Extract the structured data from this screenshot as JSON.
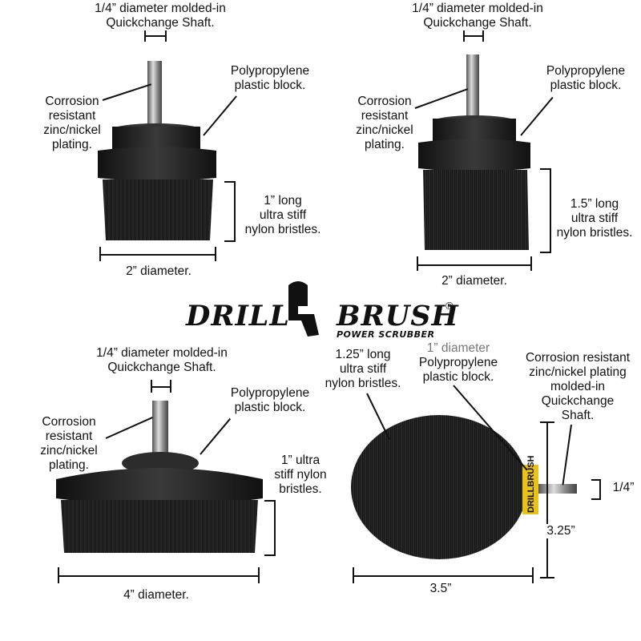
{
  "logo": {
    "part1": "DRILL",
    "part2": "BRUSH",
    "registered": "®",
    "tagline": "POWER SCRUBBER"
  },
  "brush_1": {
    "shaft_label": [
      "1/4” diameter molded-in",
      "Quickchange Shaft."
    ],
    "plating_label": [
      "Corrosion",
      "resistant",
      "zinc/nickel",
      "plating."
    ],
    "block_label": [
      "Polypropylene",
      "plastic block."
    ],
    "bristle_label": [
      "1” long",
      "ultra stiff",
      "nylon bristles."
    ],
    "diameter_label": "2” diameter."
  },
  "brush_2": {
    "shaft_label": [
      "1/4” diameter molded-in",
      "Quickchange Shaft."
    ],
    "plating_label": [
      "Corrosion",
      "resistant",
      "zinc/nickel",
      "plating."
    ],
    "block_label": [
      "Polypropylene",
      "plastic block."
    ],
    "bristle_label": [
      "1.5” long",
      "ultra stiff",
      "nylon bristles."
    ],
    "diameter_label": "2” diameter."
  },
  "brush_3": {
    "shaft_label": [
      "1/4” diameter molded-in",
      "Quickchange Shaft."
    ],
    "plating_label": [
      "Corrosion",
      "resistant",
      "zinc/nickel",
      "plating."
    ],
    "block_label": [
      "Polypropylene",
      "plastic block."
    ],
    "bristle_label": [
      "1” ultra",
      "stiff nylon",
      "bristles."
    ],
    "diameter_label": "4” diameter."
  },
  "brush_4": {
    "bristle_label": [
      "1.25” long",
      "ultra stiff",
      "nylon bristles."
    ],
    "block_label": [
      "1” diameter",
      "Polypropylene",
      "plastic block."
    ],
    "plating_label": [
      "Corrosion resistant",
      "zinc/nickel plating",
      "molded-in",
      "Quickchange",
      "Shaft."
    ],
    "shaft_dim": "1/4”",
    "height_dim": "3.25”",
    "width_dim": "3.5”",
    "collar_text": "DRILLBRUSH"
  },
  "colors": {
    "brush_black": "#1c1c1c",
    "collar_yellow": "#e8c21a",
    "shaft_silver": "#b9b9b9"
  }
}
